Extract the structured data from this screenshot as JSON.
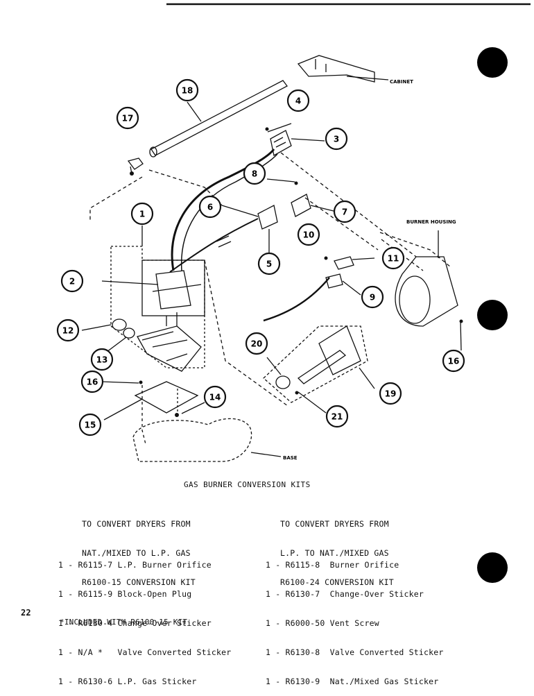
{
  "diagram": {
    "callouts": [
      "1",
      "2",
      "3",
      "4",
      "5",
      "6",
      "7",
      "8",
      "9",
      "10",
      "11",
      "12",
      "13",
      "14",
      "15",
      "16",
      "17",
      "18",
      "19",
      "20",
      "21",
      "16"
    ],
    "labels": {
      "cabinet": "CABINET",
      "burner_housing": "BURNER HOUSING",
      "base": "BASE"
    }
  },
  "kits_title": "GAS BURNER CONVERSION KITS",
  "left_kit": {
    "heading": [
      "TO CONVERT DRYERS FROM",
      "NAT./MIXED TO L.P. GAS",
      "R6100-15 CONVERSION KIT"
    ],
    "items": [
      "1 - R6115-7 L.P. Burner Orifice",
      "1 - R6115-9 Block-Open Plug",
      "1 - R6130-4 Change-Over Sticker",
      "1 - N/A *   Valve Converted Sticker",
      "1 - R6130-6 L.P. Gas Sticker"
    ]
  },
  "right_kit": {
    "heading": [
      "TO CONVERT DRYERS FROM",
      "L.P. TO NAT./MIXED GAS",
      "R6100-24 CONVERSION KIT"
    ],
    "items": [
      "1 - R6115-8  Burner Orifice",
      "1 - R6130-7  Change-Over Sticker",
      "1 - R6000-50 Vent Screw",
      "1 - R6130-8  Valve Converted Sticker",
      "1 - R6130-9  Nat./Mixed Gas Sticker"
    ]
  },
  "page_number": "22",
  "footnote": "*INCLUDED WITH R6100-15 KIT"
}
